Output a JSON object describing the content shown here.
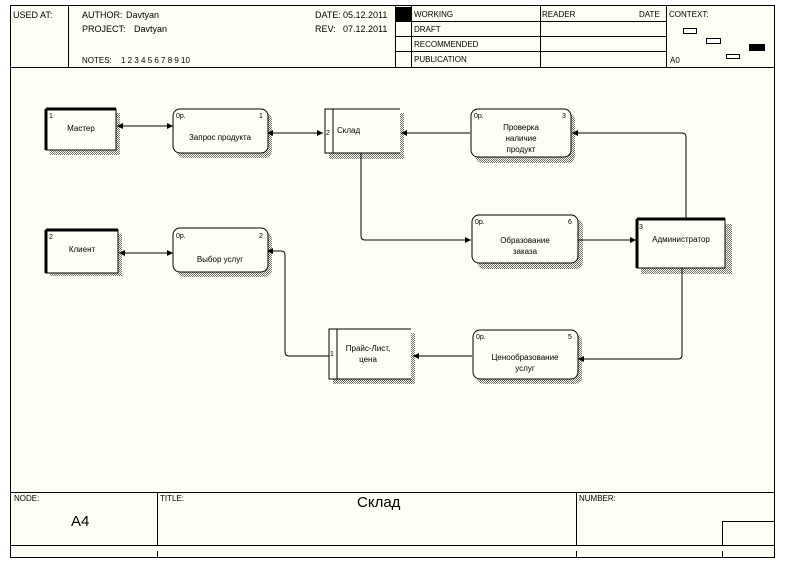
{
  "header": {
    "used_at": "USED AT:",
    "author_label": "AUTHOR:",
    "author": "Davtyan",
    "project_label": "PROJECT:",
    "project": "Davtyan",
    "date_label": "DATE:",
    "date": "05.12.2011",
    "rev_label": "REV:",
    "rev": "07.12.2011",
    "notes_label": "NOTES:",
    "notes": "1  2  3  4  5  6  7  8  9  10",
    "status": [
      "WORKING",
      "DRAFT",
      "RECOMMENDED",
      "PUBLICATION"
    ],
    "reader_label": "READER",
    "reader_date_label": "DATE",
    "context_label": "CONTEXT:",
    "context_node": "A0"
  },
  "diagram": {
    "prefix": "0р.",
    "externals": [
      {
        "id": "master",
        "num": "1",
        "label": "Мастер"
      },
      {
        "id": "client",
        "num": "2",
        "label": "Клиент"
      },
      {
        "id": "admin",
        "num": "3",
        "label": "Администратор"
      }
    ],
    "processes": [
      {
        "id": "zapros",
        "num": "1",
        "lines": [
          "Запрос продукта"
        ]
      },
      {
        "id": "vybor",
        "num": "2",
        "lines": [
          "Выбор услуг"
        ]
      },
      {
        "id": "proverka",
        "num": "3",
        "lines": [
          "Проверка",
          "наличие",
          "продукт"
        ]
      },
      {
        "id": "cenoobr",
        "num": "5",
        "lines": [
          "Ценообразование",
          "услуг"
        ]
      },
      {
        "id": "obrazov",
        "num": "6",
        "lines": [
          "Образование",
          "заказа"
        ]
      }
    ],
    "stores": [
      {
        "id": "sklad",
        "num": "2",
        "label": "Склад"
      },
      {
        "id": "price",
        "num": "1",
        "lines": [
          "Прайс-Лист,",
          "цена"
        ]
      }
    ]
  },
  "footer": {
    "node_label": "NODE:",
    "node": "A4",
    "title_label": "TITLE:",
    "title": "Склад",
    "number_label": "NUMBER:"
  }
}
